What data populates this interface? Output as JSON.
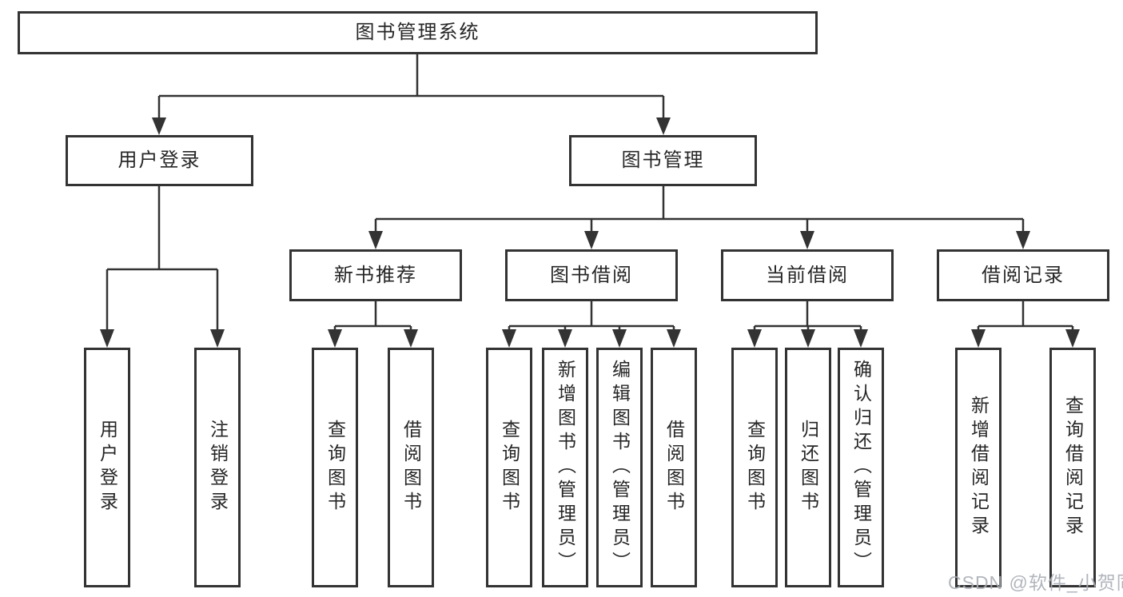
{
  "tree": {
    "label": "图书管理系统",
    "children": [
      {
        "label": "用户登录",
        "children": [
          {
            "label": "用户登录"
          },
          {
            "label": "注销登录"
          }
        ]
      },
      {
        "label": "图书管理",
        "children": [
          {
            "label": "新书推荐",
            "children": [
              {
                "label": "查询图书"
              },
              {
                "label": "借阅图书"
              }
            ]
          },
          {
            "label": "图书借阅",
            "children": [
              {
                "label": "查询图书"
              },
              {
                "label": "新增图书（管理员）"
              },
              {
                "label": "编辑图书（管理员）"
              },
              {
                "label": "借阅图书"
              }
            ]
          },
          {
            "label": "当前借阅",
            "children": [
              {
                "label": "查询图书"
              },
              {
                "label": "归还图书"
              },
              {
                "label": "确认归还（管理员）"
              }
            ]
          },
          {
            "label": "借阅记录",
            "children": [
              {
                "label": "新增借阅记录"
              },
              {
                "label": "查询借阅记录"
              }
            ]
          }
        ]
      }
    ]
  },
  "watermark": {
    "text": "CSDN @软件_小贺同学"
  },
  "colors": {
    "line": "#333333",
    "box_border": "#333333",
    "text": "#262626",
    "watermark": "#a9aeb5",
    "background": "#ffffff"
  }
}
